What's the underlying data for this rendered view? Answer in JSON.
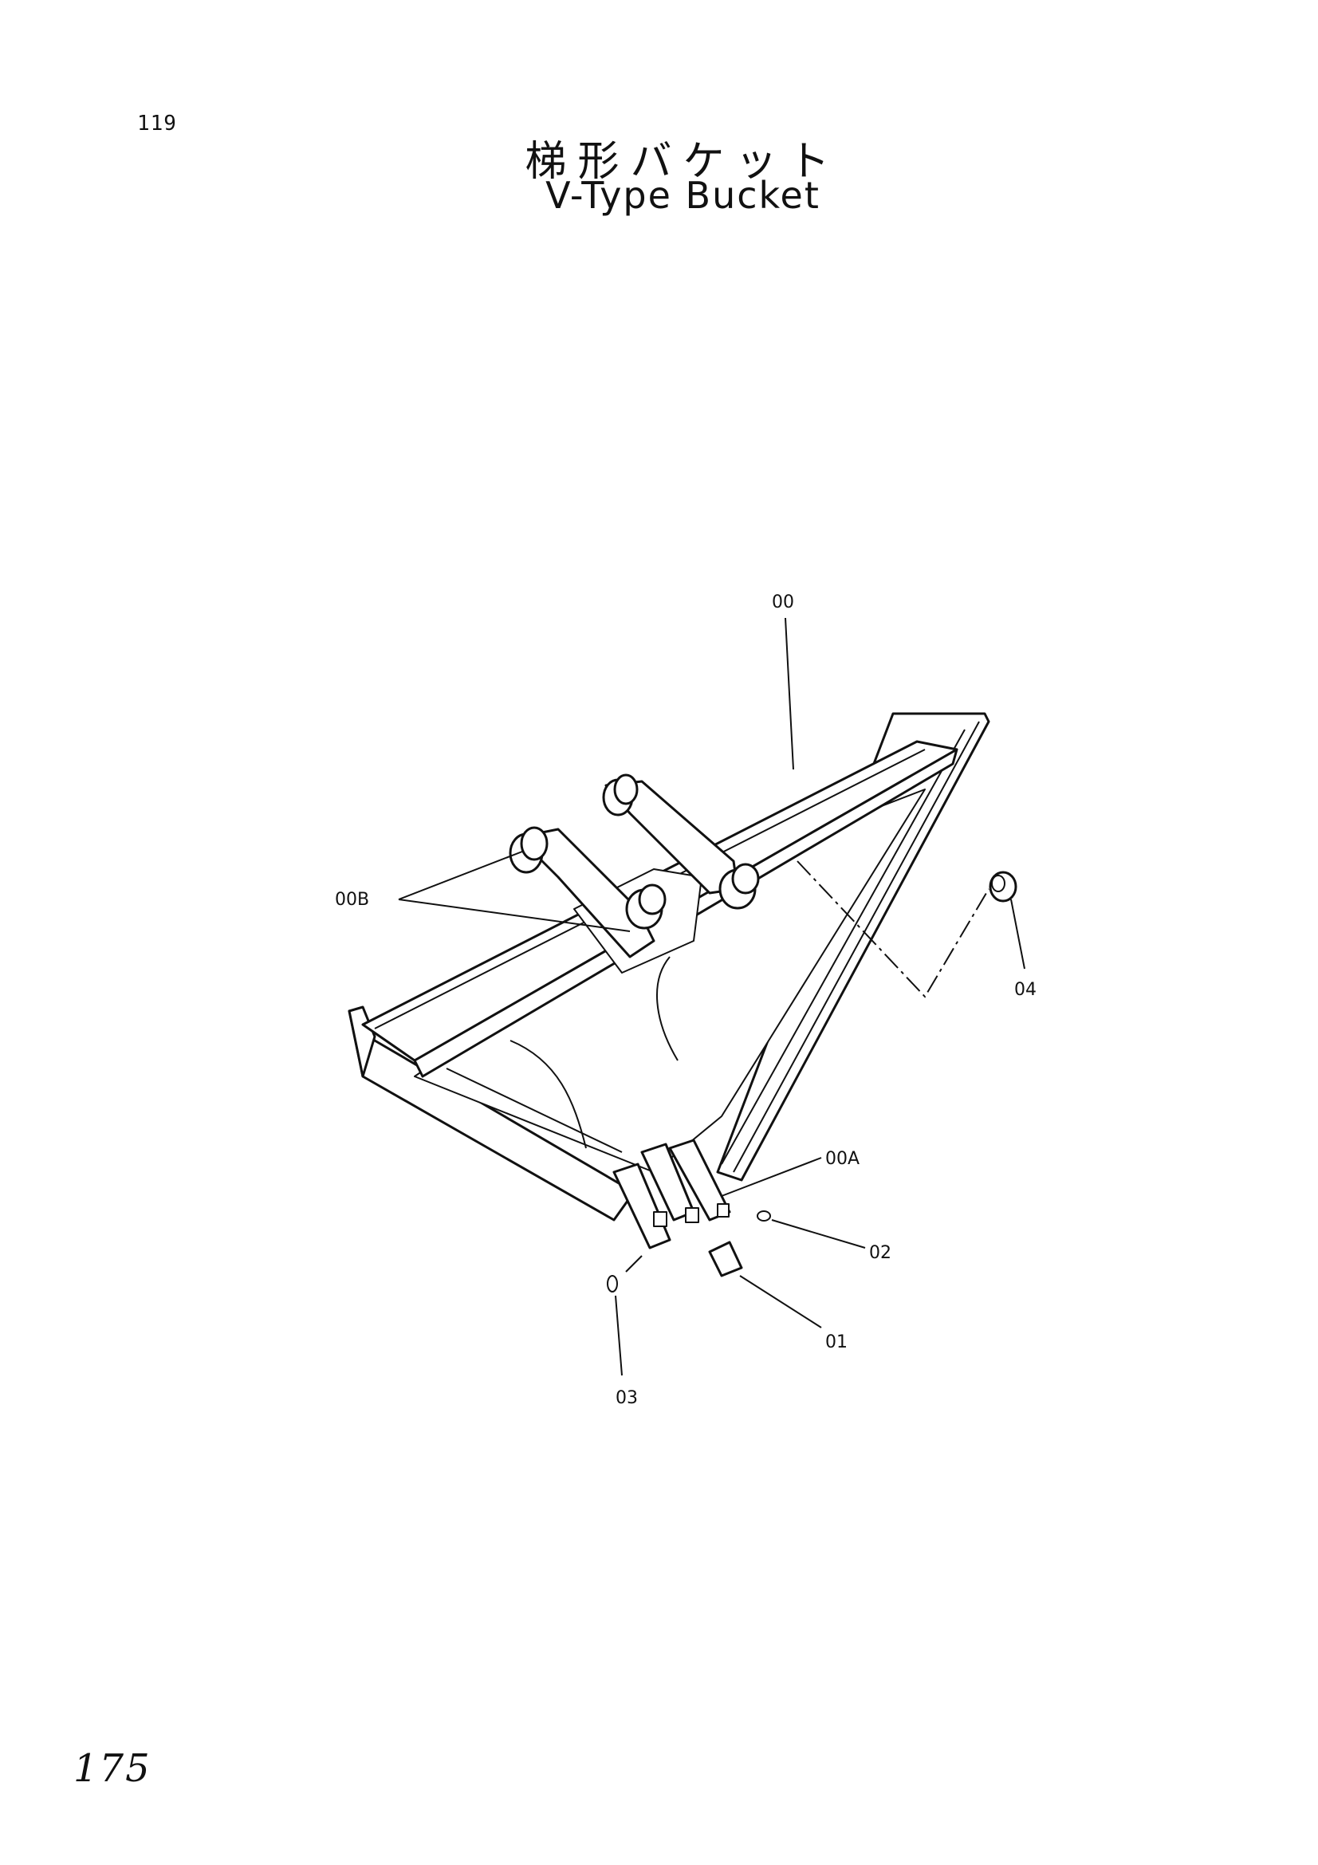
{
  "page_number": "119",
  "title_jp": "梯形バケット",
  "title_en": "V-Type Bucket",
  "handwritten_note": "175",
  "callouts": {
    "c00": "00",
    "c00A": "00A",
    "c00B": "00B",
    "c01": "01",
    "c02": "02",
    "c03": "03",
    "c04": "04"
  }
}
